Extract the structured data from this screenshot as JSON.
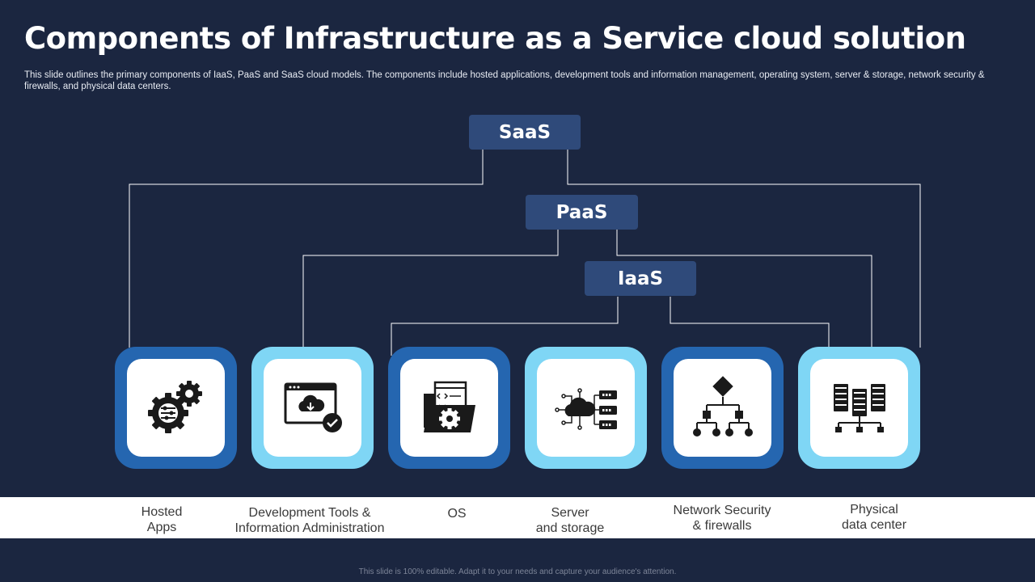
{
  "title": "Components of Infrastructure as a Service cloud solution",
  "subtitle": "This slide outlines the primary components of IaaS, PaaS and SaaS cloud models. The components include hosted applications, development tools and information management, operating system, server & storage, network security & firewalls, and physical data centers.",
  "layers": {
    "saas": "SaaS",
    "paas": "PaaS",
    "iaas": "IaaS"
  },
  "components": [
    {
      "label": "Hosted\nApps",
      "icon": "gears-icon"
    },
    {
      "label": "Development Tools &\nInformation Administration",
      "icon": "browser-cloud-check-icon"
    },
    {
      "label": "OS",
      "icon": "folder-gear-icon"
    },
    {
      "label": "Server\nand storage",
      "icon": "cloud-servers-icon"
    },
    {
      "label": "Network Security\n& firewalls",
      "icon": "network-hierarchy-icon"
    },
    {
      "label": "Physical\ndata center",
      "icon": "server-racks-icon"
    }
  ],
  "footer": "This slide is 100% editable. Adapt it to your needs and capture your audience's attention.",
  "colors": {
    "background": "#1b2640",
    "layer_box": "#2f4a7a",
    "tile_dark": "#2566b0",
    "tile_light": "#7fd6f5"
  }
}
